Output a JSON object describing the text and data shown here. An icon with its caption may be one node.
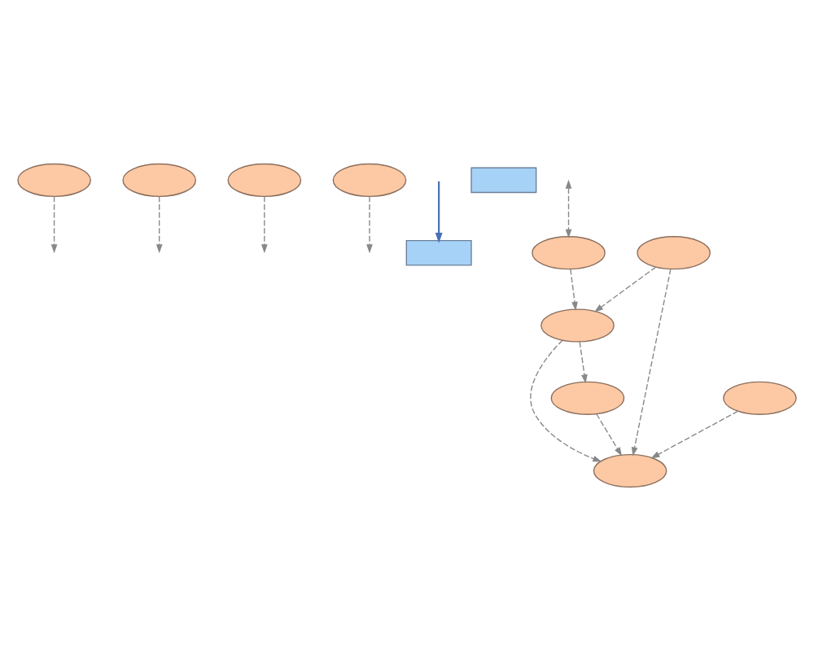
{
  "diagram": {
    "nodes": [
      {
        "text": [],
        "shape": "ellipse"
      },
      {
        "text": [],
        "shape": "ellipse"
      },
      {
        "text": [],
        "shape": "ellipse"
      },
      {
        "text": [],
        "shape": "ellipse"
      },
      {
        "text": [],
        "shape": "box"
      },
      {
        "text": [],
        "shape": "box"
      },
      {
        "text": [],
        "shape": "ellipse"
      },
      {
        "text": [],
        "shape": "ellipse"
      },
      {
        "text": [],
        "shape": "ellipse"
      },
      {
        "text": [],
        "shape": "ellipse"
      },
      {
        "text": [],
        "shape": "ellipse"
      },
      {
        "text": [],
        "shape": "ellipse"
      }
    ],
    "edges": [
      {
        "from": 0,
        "to": null,
        "arrow": "to",
        "style": "dashed"
      },
      {
        "from": 1,
        "to": null,
        "arrow": "to",
        "style": "dashed"
      },
      {
        "from": 2,
        "to": null,
        "arrow": "to",
        "style": "dashed"
      },
      {
        "from": null,
        "to": 4,
        "arrow": "to",
        "color": "#4a6fb5"
      },
      {
        "from": 3,
        "to": null,
        "arrow": "to",
        "style": "dashed"
      },
      {
        "from": null,
        "to": 6,
        "arrow": "both",
        "style": "dashed"
      },
      {
        "from": 6,
        "to": 7,
        "arrow": "to",
        "style": "dashed"
      },
      {
        "from": 7,
        "to": 10,
        "arrow": "to",
        "style": "dashed"
      },
      {
        "from": 8,
        "to": 7,
        "arrow": "to",
        "style": "dashed"
      },
      {
        "from": 7,
        "to": 9,
        "arrow": "to",
        "style": "dashed"
      },
      {
        "from": 8,
        "to": 9,
        "arrow": "to",
        "style": "dashed"
      },
      {
        "from": 10,
        "to": 9,
        "arrow": "to",
        "style": "dashed"
      },
      {
        "from": 11,
        "to": 9,
        "arrow": "to",
        "style": "dashed"
      }
    ]
  }
}
